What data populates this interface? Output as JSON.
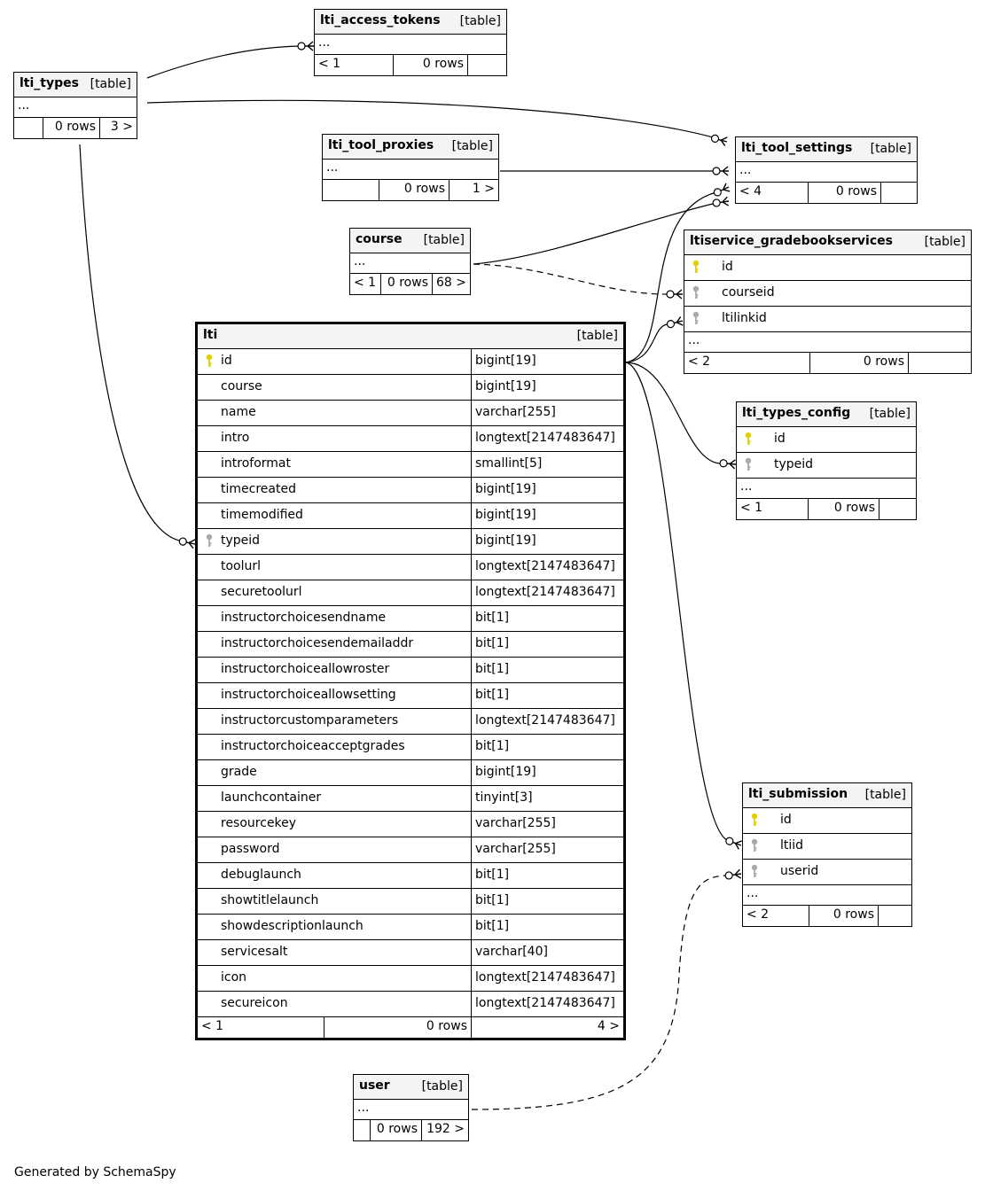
{
  "footer": "Generated by SchemaSpy",
  "colors": {
    "primary_key": "#e0d000",
    "foreign_key": "#aaaaaa",
    "header_bg": "#f4f4f4"
  },
  "tables": {
    "lti_access_tokens": {
      "name": "lti_access_tokens",
      "kind": "[table]",
      "ellipsis": "...",
      "parents": "< 1",
      "rows": "0 rows",
      "children": ""
    },
    "lti_types": {
      "name": "lti_types",
      "kind": "[table]",
      "ellipsis": "...",
      "parents": "",
      "rows": "0 rows",
      "children": "3 >"
    },
    "lti_tool_proxies": {
      "name": "lti_tool_proxies",
      "kind": "[table]",
      "ellipsis": "...",
      "parents": "",
      "rows": "0 rows",
      "children": "1 >"
    },
    "lti_tool_settings": {
      "name": "lti_tool_settings",
      "kind": "[table]",
      "ellipsis": "...",
      "parents": "< 4",
      "rows": "0 rows",
      "children": ""
    },
    "course": {
      "name": "course",
      "kind": "[table]",
      "ellipsis": "...",
      "parents": "< 1",
      "rows": "0 rows",
      "children": "68 >"
    },
    "ltiservice_gradebookservices": {
      "name": "ltiservice_gradebookservices",
      "kind": "[table]",
      "columns": [
        {
          "name": "id",
          "key": "primary-key-icon"
        },
        {
          "name": "courseid",
          "key": "foreign-key-icon"
        },
        {
          "name": "ltilinkid",
          "key": "foreign-key-icon"
        }
      ],
      "ellipsis": "...",
      "parents": "< 2",
      "rows": "0 rows",
      "children": ""
    },
    "lti": {
      "name": "lti",
      "kind": "[table]",
      "columns": [
        {
          "name": "id",
          "type": "bigint[19]",
          "key": "primary-key-icon"
        },
        {
          "name": "course",
          "type": "bigint[19]",
          "key": ""
        },
        {
          "name": "name",
          "type": "varchar[255]",
          "key": ""
        },
        {
          "name": "intro",
          "type": "longtext[2147483647]",
          "key": ""
        },
        {
          "name": "introformat",
          "type": "smallint[5]",
          "key": ""
        },
        {
          "name": "timecreated",
          "type": "bigint[19]",
          "key": ""
        },
        {
          "name": "timemodified",
          "type": "bigint[19]",
          "key": ""
        },
        {
          "name": "typeid",
          "type": "bigint[19]",
          "key": "foreign-key-icon"
        },
        {
          "name": "toolurl",
          "type": "longtext[2147483647]",
          "key": ""
        },
        {
          "name": "securetoolurl",
          "type": "longtext[2147483647]",
          "key": ""
        },
        {
          "name": "instructorchoicesendname",
          "type": "bit[1]",
          "key": ""
        },
        {
          "name": "instructorchoicesendemailaddr",
          "type": "bit[1]",
          "key": ""
        },
        {
          "name": "instructorchoiceallowroster",
          "type": "bit[1]",
          "key": ""
        },
        {
          "name": "instructorchoiceallowsetting",
          "type": "bit[1]",
          "key": ""
        },
        {
          "name": "instructorcustomparameters",
          "type": "longtext[2147483647]",
          "key": ""
        },
        {
          "name": "instructorchoiceacceptgrades",
          "type": "bit[1]",
          "key": ""
        },
        {
          "name": "grade",
          "type": "bigint[19]",
          "key": ""
        },
        {
          "name": "launchcontainer",
          "type": "tinyint[3]",
          "key": ""
        },
        {
          "name": "resourcekey",
          "type": "varchar[255]",
          "key": ""
        },
        {
          "name": "password",
          "type": "varchar[255]",
          "key": ""
        },
        {
          "name": "debuglaunch",
          "type": "bit[1]",
          "key": ""
        },
        {
          "name": "showtitlelaunch",
          "type": "bit[1]",
          "key": ""
        },
        {
          "name": "showdescriptionlaunch",
          "type": "bit[1]",
          "key": ""
        },
        {
          "name": "servicesalt",
          "type": "varchar[40]",
          "key": ""
        },
        {
          "name": "icon",
          "type": "longtext[2147483647]",
          "key": ""
        },
        {
          "name": "secureicon",
          "type": "longtext[2147483647]",
          "key": ""
        }
      ],
      "parents": "< 1",
      "rows": "0 rows",
      "children": "4 >"
    },
    "lti_types_config": {
      "name": "lti_types_config",
      "kind": "[table]",
      "columns": [
        {
          "name": "id",
          "key": "primary-key-icon"
        },
        {
          "name": "typeid",
          "key": "foreign-key-icon"
        }
      ],
      "ellipsis": "...",
      "parents": "< 1",
      "rows": "0 rows",
      "children": ""
    },
    "lti_submission": {
      "name": "lti_submission",
      "kind": "[table]",
      "columns": [
        {
          "name": "id",
          "key": "primary-key-icon"
        },
        {
          "name": "ltiid",
          "key": "foreign-key-icon"
        },
        {
          "name": "userid",
          "key": "foreign-key-icon"
        }
      ],
      "ellipsis": "...",
      "parents": "< 2",
      "rows": "0 rows",
      "children": ""
    },
    "user": {
      "name": "user",
      "kind": "[table]",
      "ellipsis": "...",
      "parents": "",
      "rows": "0 rows",
      "children": "192 >"
    }
  }
}
